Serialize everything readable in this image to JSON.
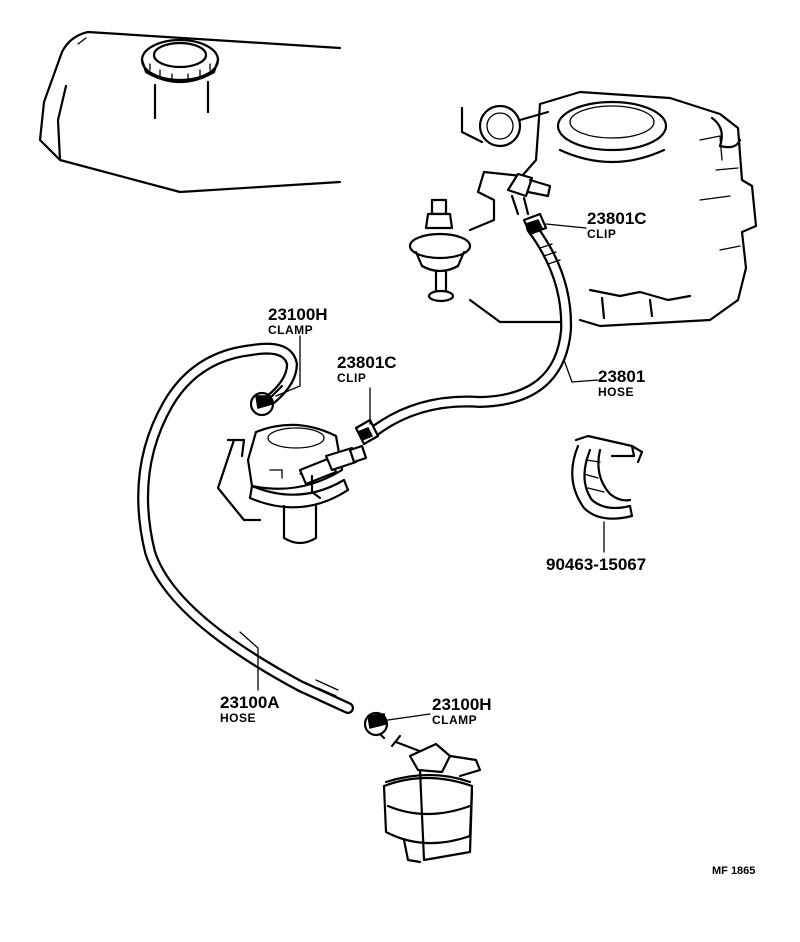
{
  "labels": {
    "clamp_top": {
      "part_no": "23100H",
      "name": "CLAMP"
    },
    "clip_mid": {
      "part_no": "23801C",
      "name": "CLIP"
    },
    "clip_top": {
      "part_no": "23801C",
      "name": "CLIP"
    },
    "hose_right": {
      "part_no": "23801",
      "name": "HOSE"
    },
    "bracket": {
      "part_no": "90463-15067"
    },
    "hose_left": {
      "part_no": "23100A",
      "name": "HOSE"
    },
    "clamp_bottom": {
      "part_no": "23100H",
      "name": "CLAMP"
    }
  },
  "figure_ref": "MF 1865"
}
